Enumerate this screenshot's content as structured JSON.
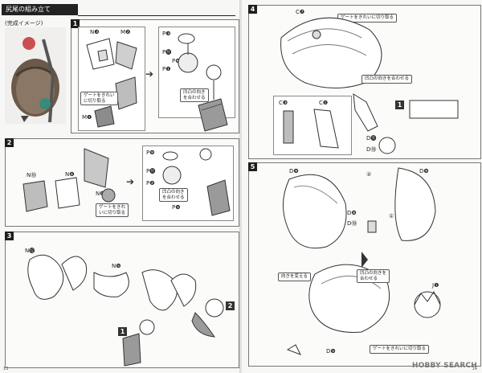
{
  "page_title": "尻尾の組み立て",
  "completed_label": "(完成イメージ)",
  "steps": {
    "s1": "1",
    "s2": "2",
    "s3": "3",
    "s4": "4",
    "s5": "5"
  },
  "labels": {
    "n3": "N❸",
    "m2": "M❷",
    "m1": "M❶",
    "p3": "P❸",
    "p11": "P⓫",
    "p1": "P❶",
    "p6": "P❻",
    "n10": "N⓾",
    "n4": "N❹",
    "n8": "N❽",
    "p9": "P❾",
    "p2": "P❷",
    "p5": "P❺",
    "n12": "N⓬",
    "n5": "N❺",
    "c7": "C❼",
    "c3": "C❸",
    "c1": "C❶",
    "d11": "D⓫",
    "d10": "D⓾",
    "d9": "D❾",
    "d8": "D❽",
    "j1": "J❶",
    "d5": "D❺",
    "circ1": "①",
    "circ2": "②",
    "box1": "1",
    "box2": "2"
  },
  "callouts": {
    "gate1": "ゲートをきれい\nに切り取る",
    "orient1": "凹凸の向き\nを合わせる",
    "gate2": "ゲートをきれ\nいに切り取る",
    "orient2": "凹凸の向き\nを合わせる",
    "gate4": "ゲートをきれいに切り取る",
    "orient4": "凹凸の向きを合わせる",
    "dir5": "向きを変える",
    "orient5": "凹凸の向きを\n合わせる",
    "gate5": "ゲートをきれいに切り取る"
  },
  "page_numbers": {
    "left": "13",
    "right": "14"
  },
  "watermark": "HOBBY SEARCH"
}
